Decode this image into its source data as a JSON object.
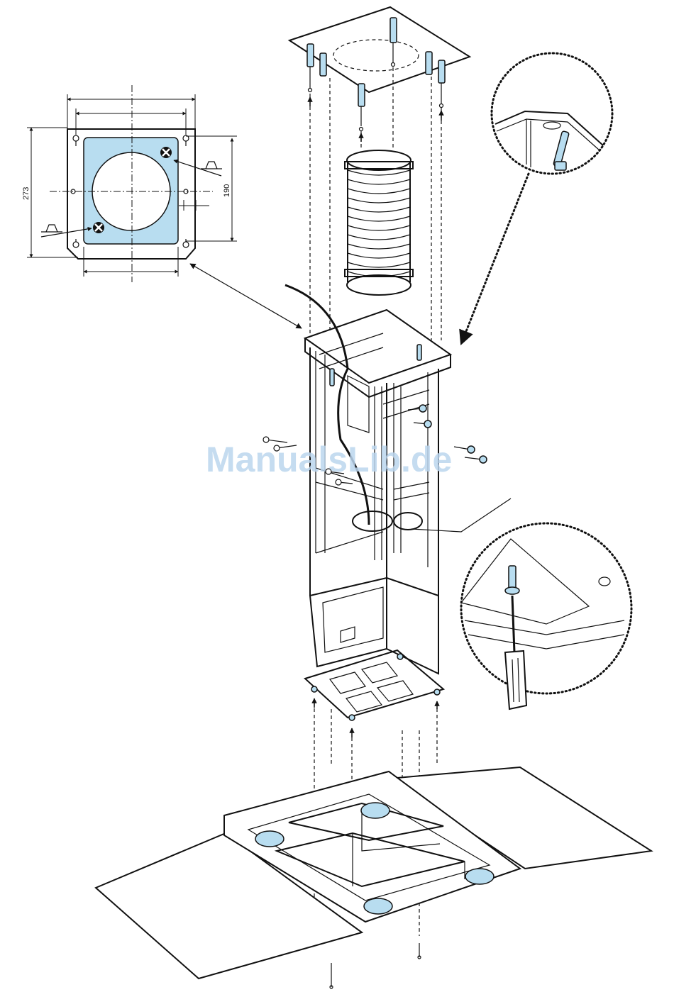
{
  "dimensions": {
    "height_label": "273",
    "depth_label": "190"
  },
  "watermark": "ManualsLib.de",
  "colors": {
    "highlight": "#b8ddf0",
    "line": "#111111",
    "watermark": "#bcd6ee"
  }
}
